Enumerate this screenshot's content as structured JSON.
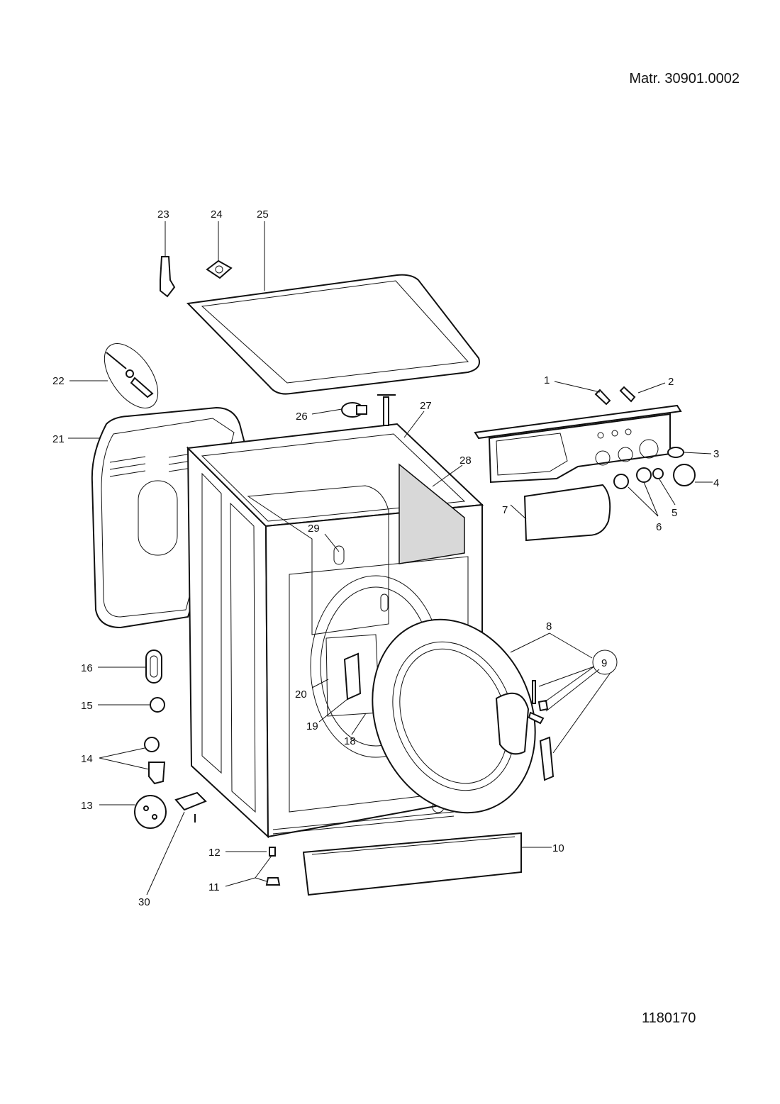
{
  "header": {
    "material_code": "Matr. 30901.0002"
  },
  "footer": {
    "figure_number": "1180170"
  },
  "labels": {
    "p1": "1",
    "p2": "2",
    "p3": "3",
    "p4": "4",
    "p5": "5",
    "p6": "6",
    "p7": "7",
    "p8": "8",
    "p9": "9",
    "p10": "10",
    "p11": "11",
    "p12": "12",
    "p13": "13",
    "p14": "14",
    "p15": "15",
    "p16": "16",
    "p18": "18",
    "p19": "19",
    "p20": "20",
    "p21": "21",
    "p22": "22",
    "p23": "23",
    "p24": "24",
    "p25": "25",
    "p26": "26",
    "p27": "27",
    "p28": "28",
    "p29": "29",
    "p30": "30"
  }
}
